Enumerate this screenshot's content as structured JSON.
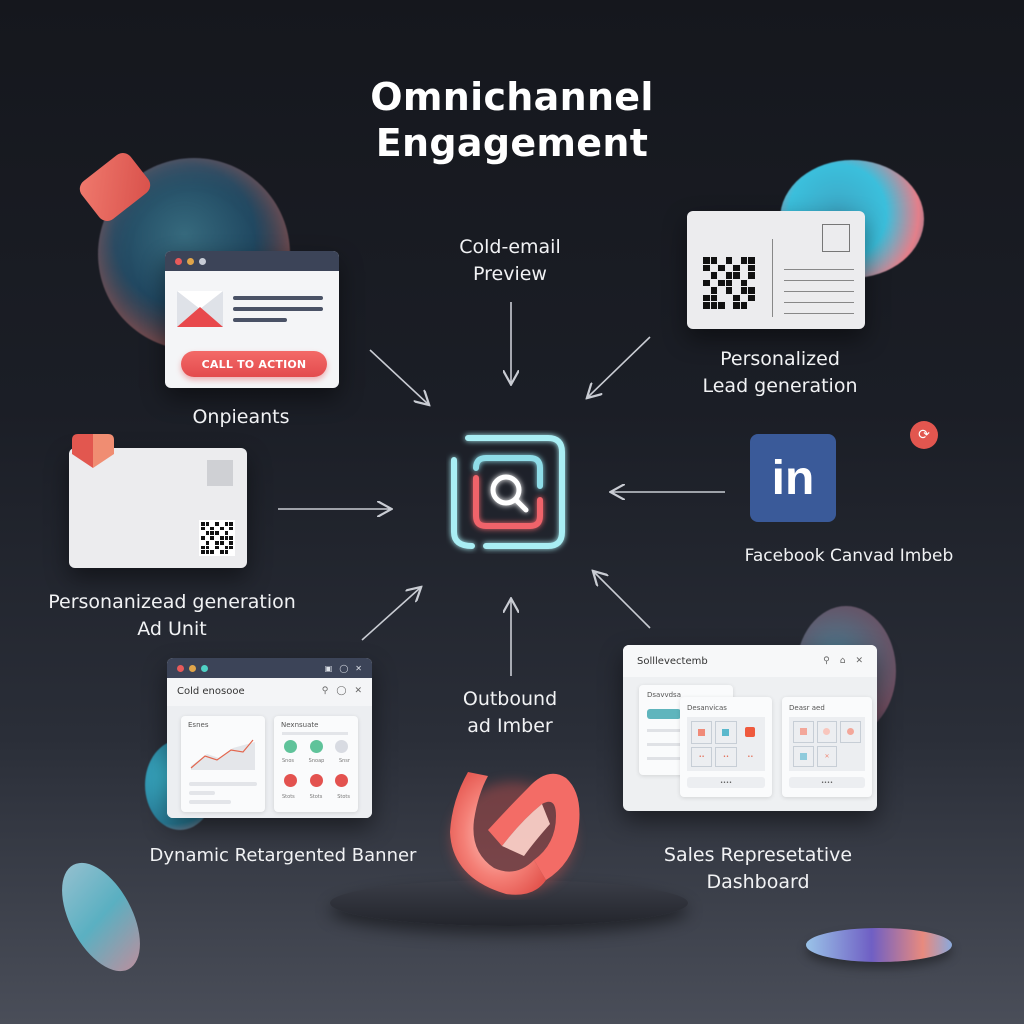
{
  "title": {
    "line1": "Omnichannel",
    "line2": "Engagement"
  },
  "hub": {
    "icon": "search-icon",
    "colors": {
      "outer": "#9fe8f0",
      "inner_top": "#8fdde8",
      "inner_bottom": "#f0646a"
    }
  },
  "nodes": {
    "cold_email": {
      "label_line1": "Cold-email",
      "label_line2": "Preview"
    },
    "email_card": {
      "label": "Onpieants",
      "cta_label": "CALL TO ACTION",
      "icon": "envelope-icon",
      "window_dots": [
        "#e85a5a",
        "#e0a54a",
        "#c7ccd6"
      ]
    },
    "postcard": {
      "label_line1": "Personalized",
      "label_line2": "Lead generation",
      "icon": "qr-code-icon"
    },
    "ad_unit": {
      "label_line1": "Personanizead generation",
      "label_line2": "Ad Unit",
      "icon": "qr-code-icon",
      "badge_icon": "heart-icon"
    },
    "linkedin": {
      "label": "Facebook Canvad Imbeb",
      "logo_text": "in",
      "badge_icon": "share-icon",
      "logo_color": "#3a5a99"
    },
    "outbound": {
      "label_line1": "Outbound",
      "label_line2": "ad Imber"
    },
    "retargeted_banner": {
      "label": "Dynamic Retargented Banner",
      "window_title": "Cold enosooe",
      "window_dots": [
        "#e85a5a",
        "#e0a54a",
        "#4fd1c5"
      ],
      "panel_left_title": "Esnes",
      "panel_right_title": "Nexnsuate",
      "stat_labels_top": [
        "Snos",
        "Snoap",
        "Snsr"
      ],
      "stat_labels_bottom": [
        "Stots",
        "Stots",
        "Stots"
      ],
      "header_icons": [
        "search-icon",
        "bell-icon",
        "close-icon"
      ]
    },
    "sales_dashboard": {
      "label_line1": "Sales Represetative",
      "label_line2": "Dashboard",
      "window_title": "Solllevectemb",
      "panel_back_title": "Dsavvdsa",
      "panel_mid_title": "Desanvicas",
      "panel_right_title": "Deasr aed",
      "footer_button": "••••",
      "header_icons": [
        "search-icon",
        "home-icon",
        "close-icon"
      ]
    }
  },
  "colors": {
    "background_top": "#15171d",
    "background_bottom": "#4a4e59",
    "accent_red": "#e34b4d",
    "accent_cyan": "#9fe8f0",
    "text": "#f1f2f4"
  }
}
